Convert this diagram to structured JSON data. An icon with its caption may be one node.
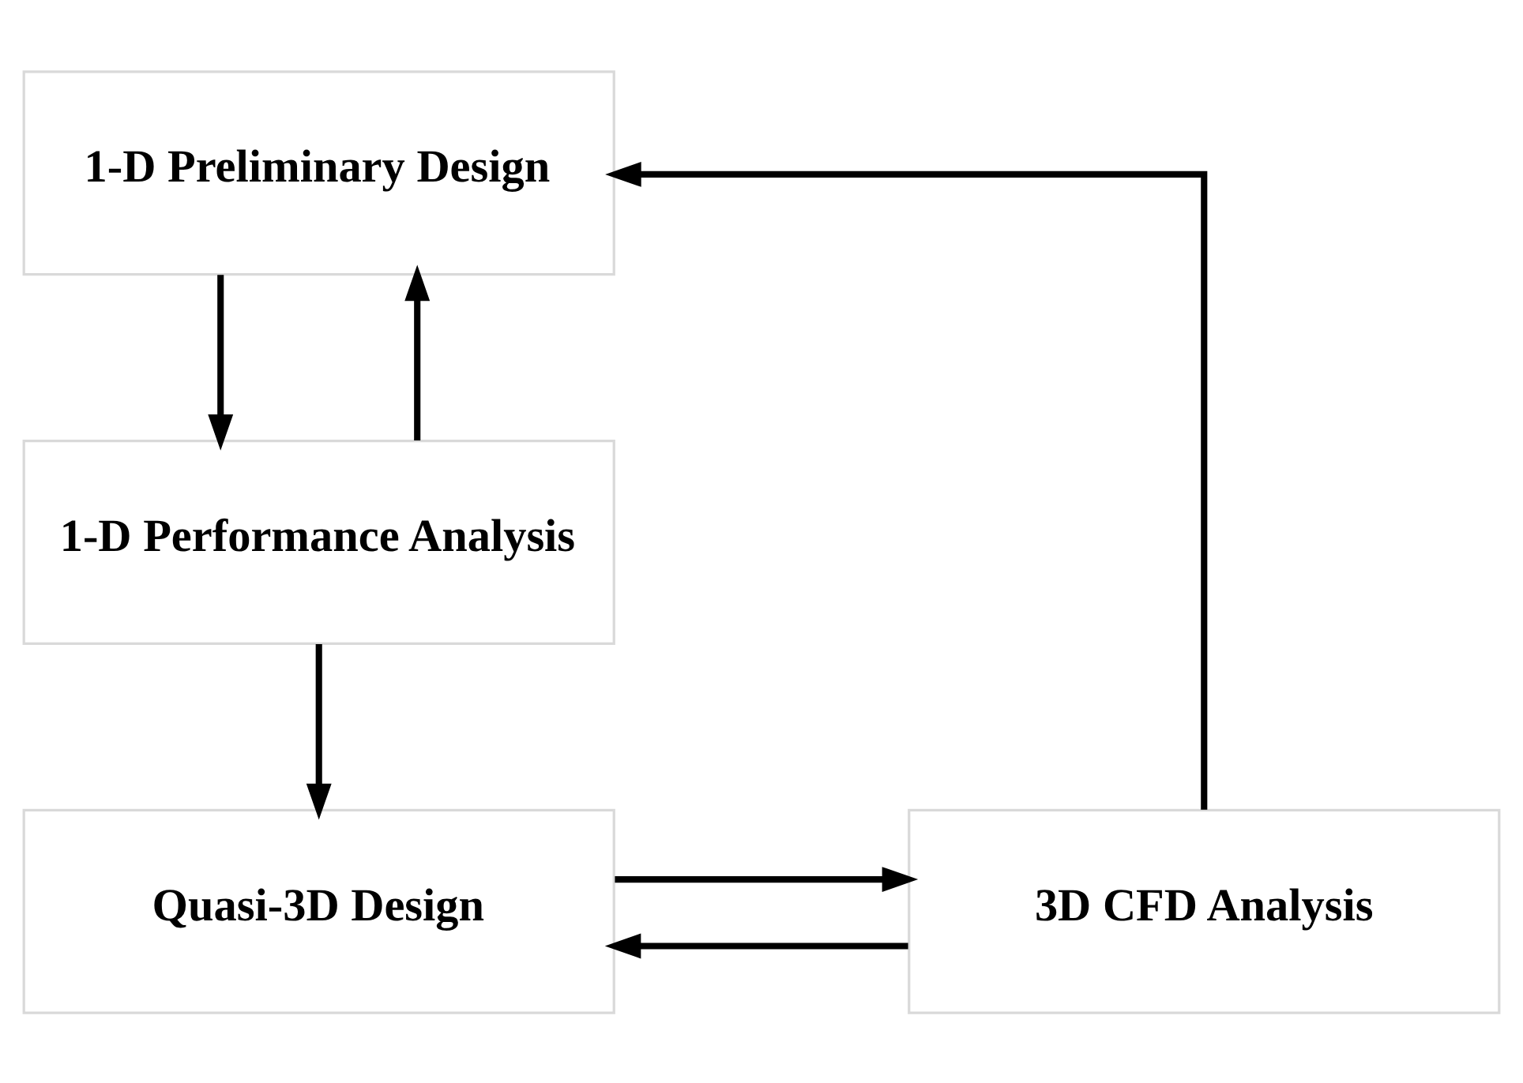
{
  "diagram": {
    "nodes": [
      {
        "text": [
          "1-D Preliminary Design"
        ]
      },
      {
        "text": [
          "1-D Performance Analysis"
        ]
      },
      {
        "text": [
          "Quasi-3D Design"
        ]
      },
      {
        "text": [
          "3D CFD Analysis"
        ]
      }
    ],
    "edges": [
      {
        "from": 0,
        "to": 1,
        "arrow": "to"
      },
      {
        "from": 1,
        "to": 0,
        "arrow": "to"
      },
      {
        "from": 1,
        "to": 2,
        "arrow": "to"
      },
      {
        "from": 2,
        "to": 3,
        "arrow": "to"
      },
      {
        "from": 3,
        "to": 2,
        "arrow": "to"
      },
      {
        "from": 3,
        "to": 0,
        "arrow": "to"
      }
    ]
  }
}
